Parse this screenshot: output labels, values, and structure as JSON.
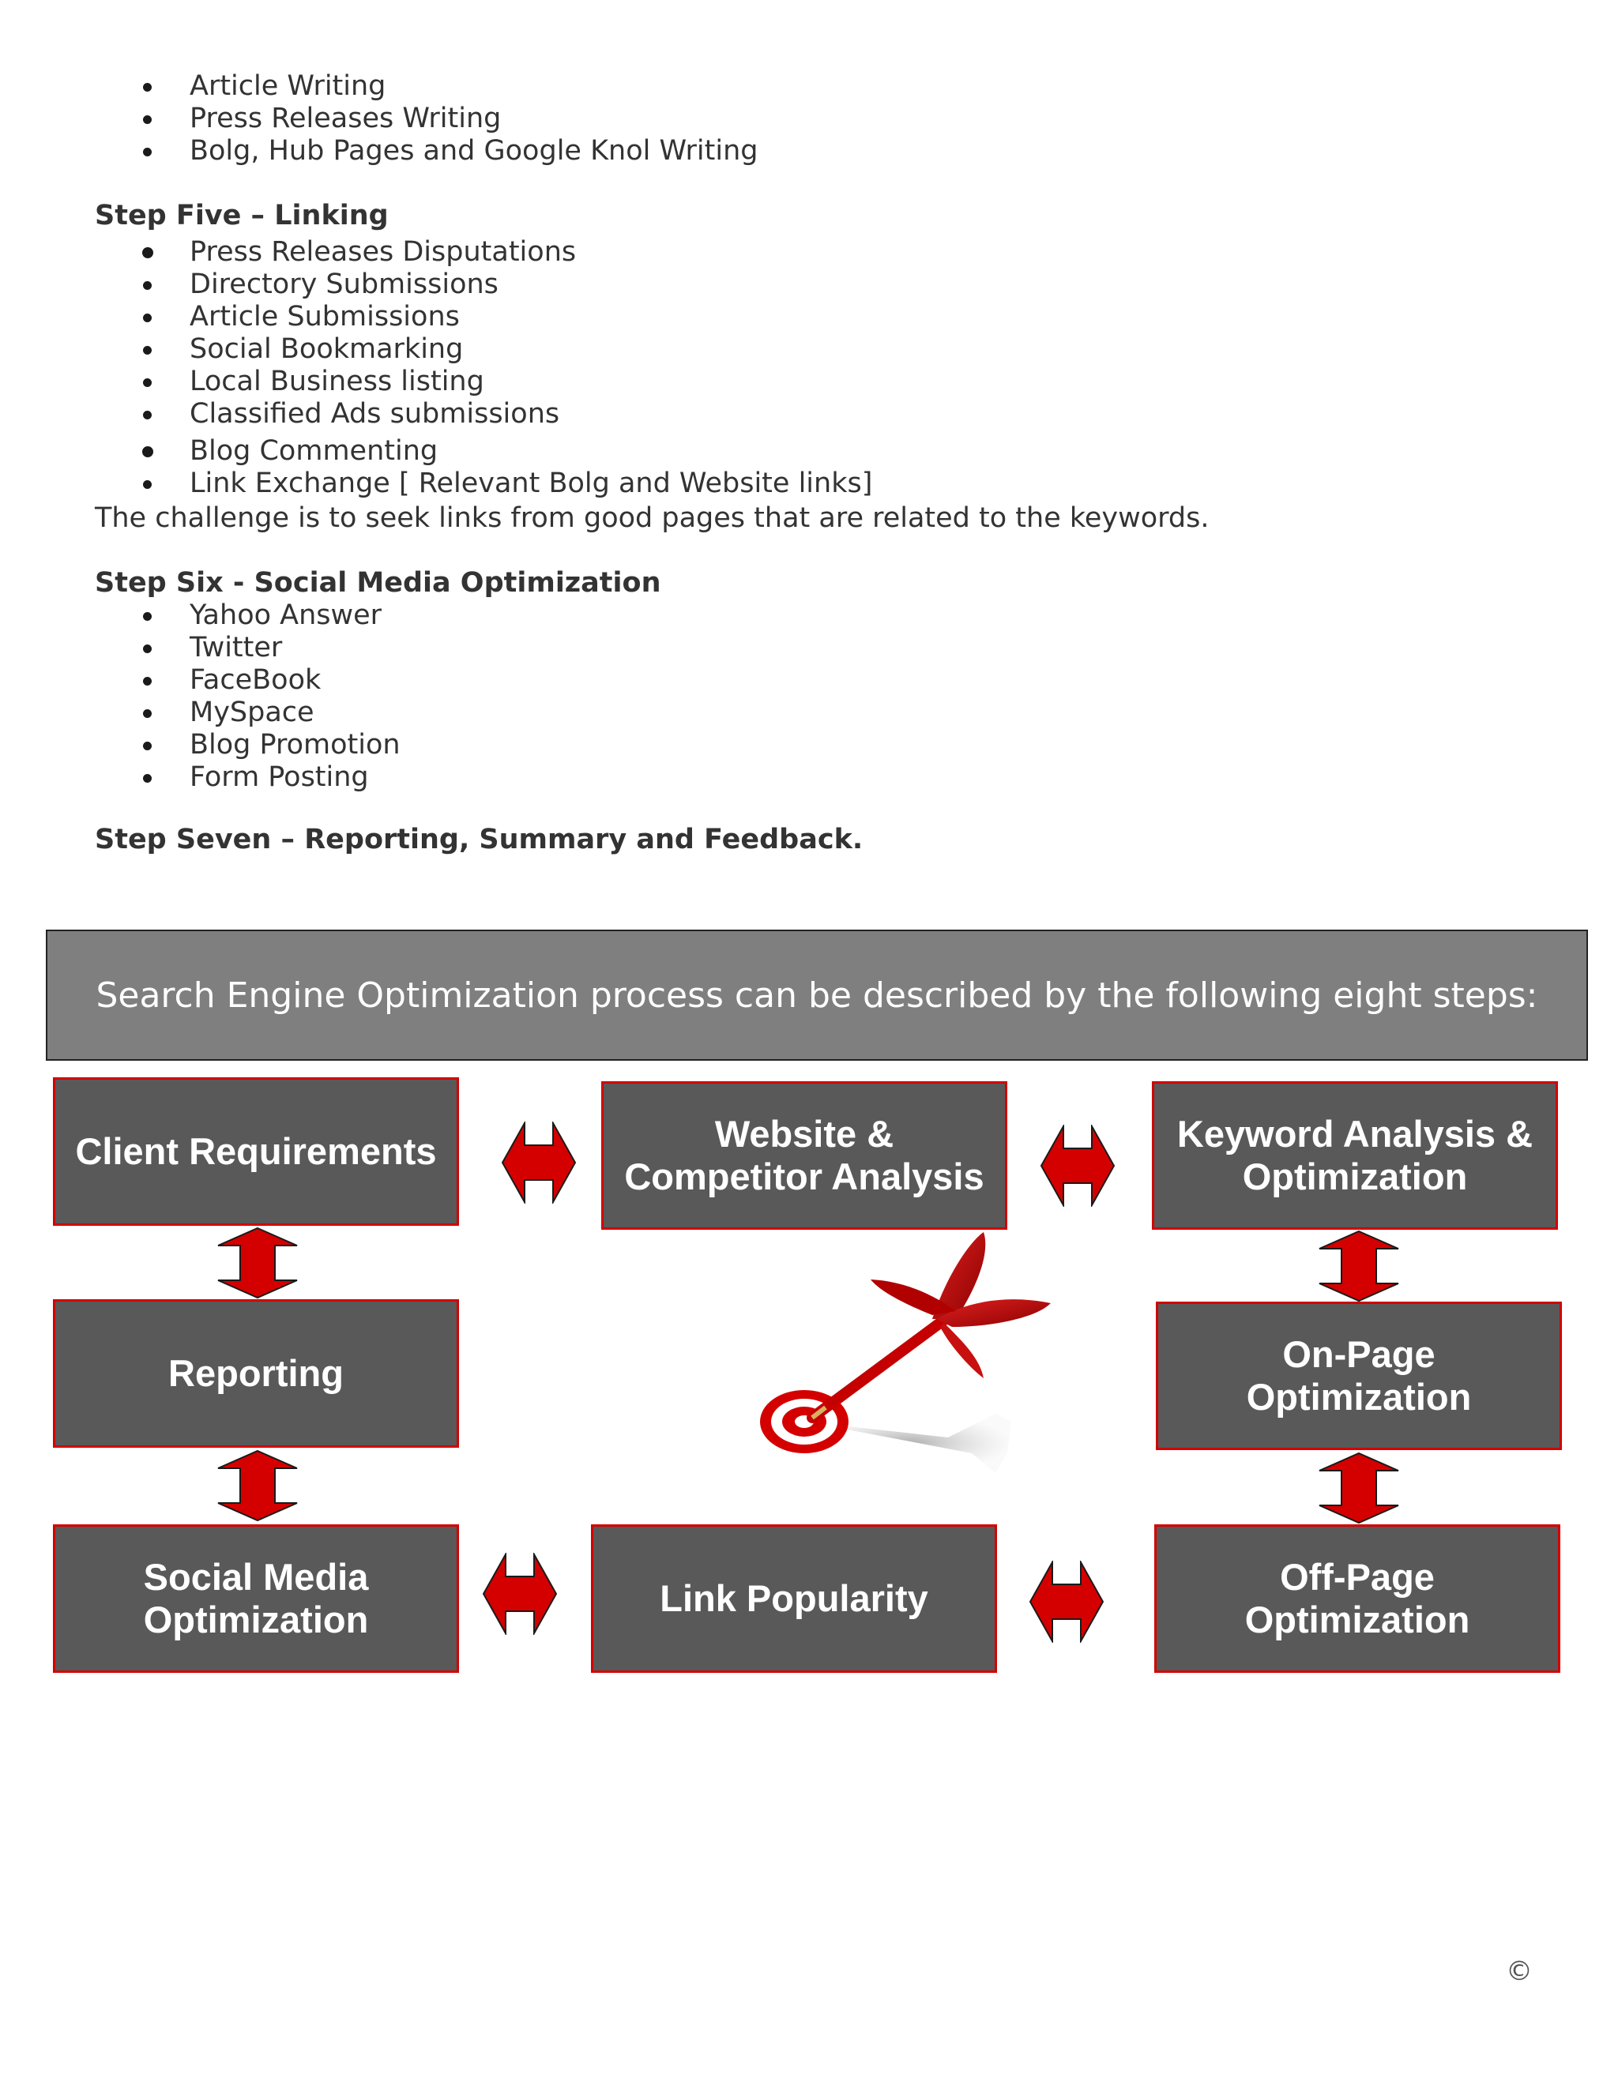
{
  "list_top": [
    "Article Writing",
    "Press Releases Writing",
    "Bolg, Hub Pages and Google Knol Writing"
  ],
  "step_five": {
    "heading": "Step Five – Linking",
    "items": [
      "Press Releases Disputations",
      "Directory Submissions",
      "Article Submissions",
      "Social Bookmarking",
      "Local Business listing",
      "Classified Ads submissions",
      "Blog Commenting",
      "Link Exchange [ Relevant Bolg and Website links]"
    ],
    "note": "The challenge is to seek links from good pages that are related to the keywords."
  },
  "step_six": {
    "heading": "Step Six - Social Media Optimization",
    "items": [
      "Yahoo Answer",
      "Twitter",
      "FaceBook",
      "MySpace",
      "Blog Promotion",
      "Form Posting"
    ]
  },
  "step_seven": {
    "heading": "Step Seven – Reporting, Summary and Feedback."
  },
  "diagram": {
    "title": "Search Engine Optimization process can be described by the following eight steps:",
    "boxes": {
      "client_requirements": "Client Requirements",
      "website_competitor": "Website &\nCompetitor Analysis",
      "keyword_analysis": "Keyword Analysis &\nOptimization",
      "on_page": "On-Page\nOptimization",
      "off_page": "Off-Page\nOptimization",
      "link_popularity": "Link Popularity",
      "social_media": "Social Media\nOptimization",
      "reporting": "Reporting"
    },
    "colors": {
      "box_fill": "#595959",
      "box_border": "#d40000",
      "arrow": "#d40000",
      "title_bar": "#7f7f7f"
    }
  },
  "copyright_symbol": "©"
}
